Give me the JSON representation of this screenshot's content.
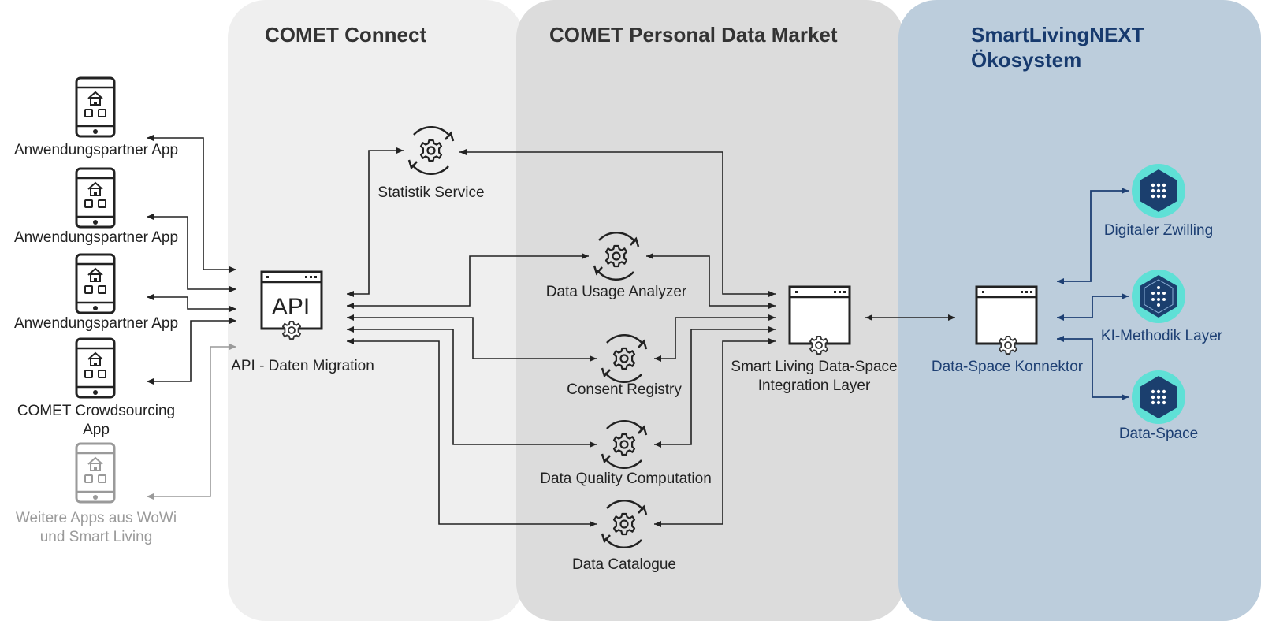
{
  "sections": {
    "connect_title": "COMET Connect",
    "market_title": "COMET Personal Data Market",
    "ecosystem_title_line1": "SmartLivingNEXT",
    "ecosystem_title_line2": "Ökosystem"
  },
  "apps": [
    {
      "label": "Anwendungspartner App"
    },
    {
      "label": "Anwendungspartner App"
    },
    {
      "label": "Anwendungspartner App"
    },
    {
      "label_line1": "COMET Crowdsourcing",
      "label_line2": "App"
    },
    {
      "label_line1": "Weitere Apps aus WoWi",
      "label_line2": "und Smart Living"
    }
  ],
  "api": {
    "icon_text": "API",
    "label": "API - Daten Migration"
  },
  "services": {
    "statistik": "Statistik Service",
    "usage": "Data Usage Analyzer",
    "consent": "Consent Registry",
    "quality": "Data Quality Computation",
    "catalogue": "Data Catalogue"
  },
  "integration": {
    "line1": "Smart Living Data-Space",
    "line2": "Integration Layer"
  },
  "connector": {
    "label": "Data-Space Konnektor"
  },
  "ecosystem": {
    "twin": "Digitaler Zwilling",
    "ki": "KI-Methodik Layer",
    "dataspace": "Data-Space"
  },
  "colors": {
    "connect_bg": "#efefef",
    "market_bg": "#dcdcdc",
    "ecosystem_bg": "#bccddc",
    "ecosystem_line": "#1d3f73",
    "teal": "#5fe0d6",
    "navy": "#1b3f6e"
  }
}
